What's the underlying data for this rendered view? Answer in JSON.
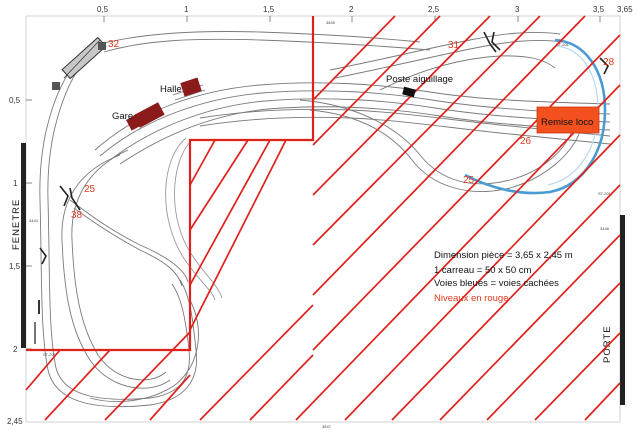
{
  "scale_top": [
    "0,5",
    "1",
    "1,5",
    "2",
    "2,5",
    "3",
    "3,5",
    "3,65"
  ],
  "scale_left": [
    "0,5",
    "1",
    "1,5",
    "2",
    "2,45"
  ],
  "labels": {
    "halle": "Halle",
    "gare": "Gare",
    "poste": "Poste aiguillage",
    "remise": "Remise loco",
    "fenetre": "FENETRE",
    "porte": "PORTE"
  },
  "levels": [
    "32",
    "31",
    "28",
    "26",
    "25",
    "25",
    "38"
  ],
  "legend": {
    "line1": "Dimension pièce = 3,65 x 2,45 m",
    "line2": "1 carreau = 50 x 50 cm",
    "line3": "Voies bleues = voies cachées",
    "line4": "Niveaux en rouge"
  },
  "colors": {
    "hatch": "#e0201b",
    "hidden_track": "#4a9bd4",
    "remise_fill": "#f2501e",
    "building": "#8b1a1a",
    "level_text": "#e03a1e"
  }
}
